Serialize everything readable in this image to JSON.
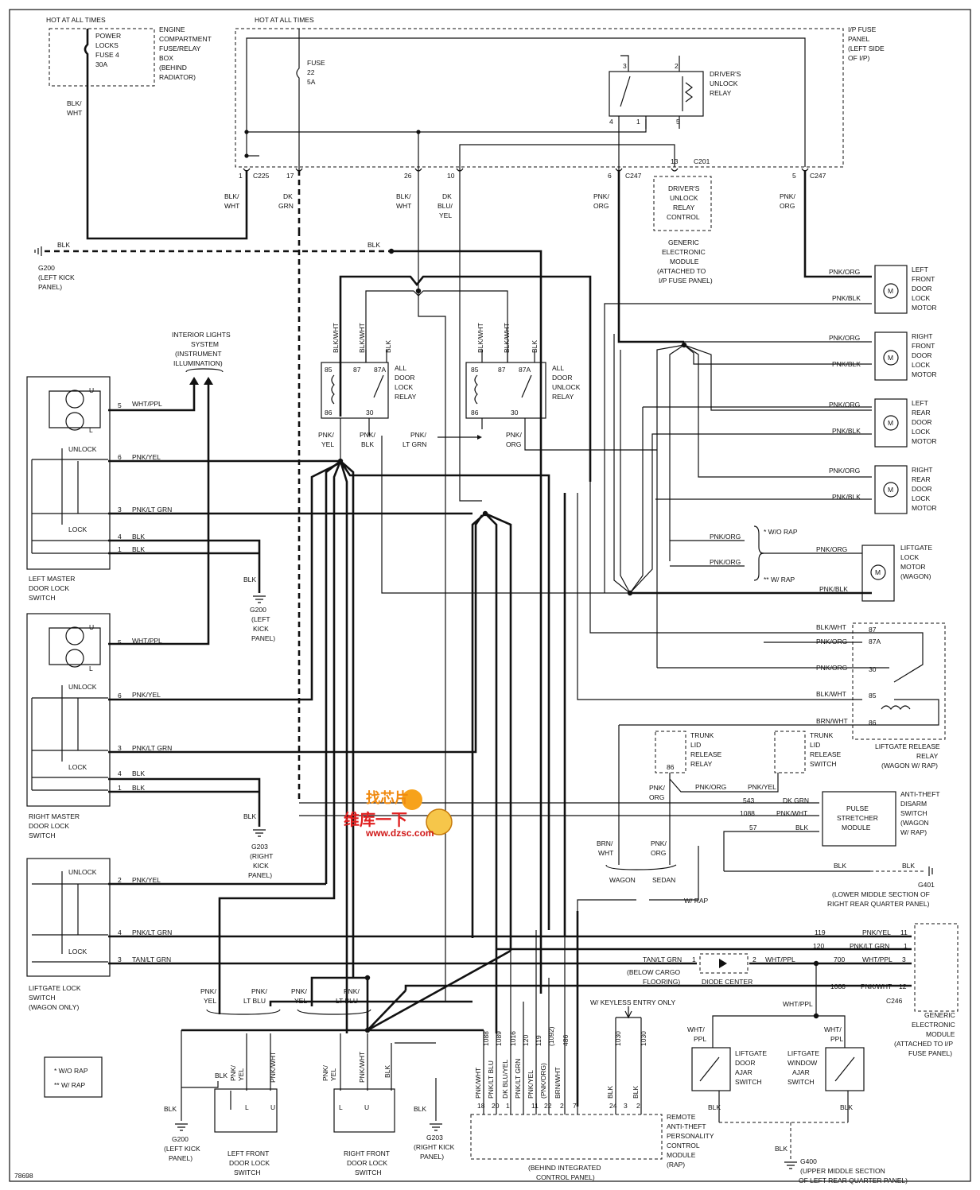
{
  "diagram_id": "78698",
  "legend": [
    "* W/O RAP",
    "** W/ RAP"
  ],
  "watermark": {
    "cn1": "维库一下",
    "cn2": "找芯片",
    "url": "www.dzsc.com"
  },
  "labels": {
    "hot1": "HOT AT ALL TIMES",
    "hot2": "HOT AT ALL TIMES",
    "fuse4": [
      "POWER",
      "LOCKS",
      "FUSE 4",
      "30A"
    ],
    "ecb": [
      "ENGINE",
      "COMPARTMENT",
      "FUSE/RELAY",
      "BOX",
      "(BEHIND",
      "RADIATOR)"
    ],
    "fuse22": [
      "FUSE",
      "22",
      "5A"
    ],
    "ipfuse": [
      "I/P FUSE",
      "PANEL",
      "(LEFT SIDE",
      "OF I/P)"
    ],
    "dur": [
      "DRIVER'S",
      "UNLOCK",
      "RELAY"
    ],
    "durc": [
      "DRIVER'S",
      "UNLOCK",
      "RELAY",
      "CONTROL"
    ],
    "gem1": [
      "GENERIC",
      "ELECTRONIC",
      "MODULE",
      "(ATTACHED TO",
      "I/P FUSE PANEL)"
    ],
    "c225": "C225",
    "c247a": "C247",
    "c247b": "C247",
    "c201": "C201",
    "g200a": [
      "G200",
      "(LEFT KICK",
      "PANEL)"
    ],
    "ils": [
      "INTERIOR LIGHTS",
      "SYSTEM",
      "(INSTRUMENT",
      "ILLUMINATION)"
    ],
    "adl": [
      "ALL",
      "DOOR",
      "LOCK",
      "RELAY"
    ],
    "adu": [
      "ALL",
      "DOOR",
      "UNLOCK",
      "RELAY"
    ],
    "lfm": [
      "LEFT",
      "FRONT",
      "DOOR",
      "LOCK",
      "MOTOR"
    ],
    "rfm": [
      "RIGHT",
      "FRONT",
      "DOOR",
      "LOCK",
      "MOTOR"
    ],
    "lrm": [
      "LEFT",
      "REAR",
      "DOOR",
      "LOCK",
      "MOTOR"
    ],
    "rrm": [
      "RIGHT",
      "REAR",
      "DOOR",
      "LOCK",
      "MOTOR"
    ],
    "lgm": [
      "LIFTGATE",
      "LOCK",
      "MOTOR",
      "(WAGON)"
    ],
    "wo_rap": "* W/O RAP",
    "w_rap": "** W/ RAP",
    "lgrr": [
      "LIFTGATE RELEASE",
      "RELAY",
      "(WAGON W/ RAP)"
    ],
    "tlr": [
      "TRUNK",
      "LID",
      "RELEASE",
      "RELAY"
    ],
    "tls": [
      "TRUNK",
      "LID",
      "RELEASE",
      "SWITCH"
    ],
    "psm": [
      "PULSE",
      "STRETCHER",
      "MODULE"
    ],
    "ats": [
      "ANTI-THEFT",
      "DISARM",
      "SWITCH",
      "(WAGON",
      "W/ RAP)"
    ],
    "g401": [
      "G401",
      "(LOWER MIDDLE SECTION OF",
      "RIGHT REAR QUARTER PANEL)"
    ],
    "lmdl": [
      "LEFT MASTER",
      "DOOR LOCK",
      "SWITCH"
    ],
    "rmdl": [
      "RIGHT MASTER",
      "DOOR LOCK",
      "SWITCH"
    ],
    "g200b": [
      "G200",
      "(LEFT",
      "KICK",
      "PANEL)"
    ],
    "g203a": [
      "G203",
      "(RIGHT",
      "KICK",
      "PANEL)"
    ],
    "lgls": [
      "LIFTGATE LOCK",
      "SWITCH",
      "(WAGON ONLY)"
    ],
    "wagon": "WAGON",
    "sedan": "SEDAN",
    "wrap": "W/ RAP",
    "dcc": "(BELOW CARGO",
    "dcc2": "FLOORING)",
    "dc": "DIODE CENTER",
    "gem2": [
      "GENERIC",
      "ELECTRONIC",
      "MODULE",
      "(ATTACHED TO I/P",
      "FUSE PANEL)"
    ],
    "c246": "C246",
    "kle": "W/ KEYLESS ENTRY ONLY",
    "rap": [
      "REMOTE",
      "ANTI-THEFT",
      "PERSONALITY",
      "CONTROL",
      "MODULE",
      "(RAP)"
    ],
    "bic": [
      "(BEHIND INTEGRATED",
      "CONTROL PANEL)"
    ],
    "lgda": [
      "LIFTGATE",
      "DOOR",
      "AJAR",
      "SWITCH"
    ],
    "lgwa": [
      "LIFTGATE",
      "WINDOW",
      "AJAR",
      "SWITCH"
    ],
    "g400": [
      "G400",
      "(UPPER MIDDLE SECTION",
      "OF LEFT REAR QUARTER PANEL)"
    ],
    "lfdl": [
      "LEFT FRONT",
      "DOOR LOCK",
      "SWITCH"
    ],
    "rfdl": [
      "RIGHT FRONT",
      "DOOR LOCK",
      "SWITCH"
    ],
    "g200c": [
      "G200",
      "(LEFT KICK",
      "PANEL)"
    ],
    "g203b": [
      "G203",
      "(RIGHT KICK",
      "PANEL)"
    ],
    "unlock": "UNLOCK",
    "lock": "LOCK"
  },
  "wires": {
    "blkwht": [
      "BLK/",
      "WHT"
    ],
    "dkgrn": [
      "DK",
      "GRN"
    ],
    "dkbluyel": [
      "DK",
      "BLU/",
      "YEL"
    ],
    "pnkorg": [
      "PNK/",
      "ORG"
    ],
    "blk": "BLK",
    "whtppl": "WHT/PPL",
    "pnkyel": "PNK/YEL",
    "pnkltgrn": "PNK/LT GRN",
    "tanltgrn": "TAN/LT GRN",
    "pnkblk": "PNK/BLK",
    "pnkorg1": "PNK/ORG",
    "blkwht1": "BLK/WHT",
    "brnwht": "BRN/WHT",
    "pnkwht": "PNK/WHT",
    "dkgrn1": "DK GRN",
    "relay_top": [
      "BLK/WHT",
      "BLK/WHT",
      "BLK"
    ],
    "pnkyel2": [
      "PNK/",
      "YEL"
    ],
    "pnkblk2": [
      "PNK/",
      "BLK"
    ],
    "pnkltgrn2": [
      "PNK/",
      "LT GRN"
    ],
    "pnkorg2": [
      "PNK/",
      "ORG"
    ],
    "pnkltblu": [
      "PNK/",
      "LT BLU"
    ],
    "wht_ppl": [
      "WHT/",
      "PPL"
    ],
    "brn_wht": [
      "BRN/",
      "WHT"
    ],
    "vert_rap": [
      "PNK/WHT",
      "PNK/LT BLU",
      "DK BLU/YEL",
      "PNK/LT GRN",
      "PNK/YEL",
      "(PNK/ORG)",
      "BRN/WHT",
      "BLK",
      "BLK"
    ],
    "circ_rap": [
      "1088",
      "1089",
      "1016",
      "120",
      "119",
      "(1092)",
      "486",
      "1030",
      "1030"
    ],
    "pins_rap": [
      "18",
      "20",
      "1",
      "11",
      "22",
      "2",
      "7",
      "24",
      "3",
      "2"
    ],
    "sw_l": [
      "BLK",
      "PNK/",
      "YEL",
      "PNK/WHT"
    ],
    "sw_r": [
      "PNK/",
      "YEL",
      "PNK/WHT",
      "BLK"
    ]
  },
  "pins": {
    "c225": [
      "1",
      "17",
      "26",
      "10",
      "6",
      "13",
      "5"
    ],
    "relay": [
      "85",
      "87",
      "87A",
      "86",
      "30"
    ],
    "lgrr": [
      "87",
      "87A",
      "30",
      "85",
      "86"
    ],
    "sw": [
      "5",
      "6",
      "3",
      "4",
      "1",
      "2"
    ],
    "gem": [
      "11",
      "1",
      "3",
      "12"
    ],
    "circ": [
      "119",
      "120",
      "700",
      "1088",
      "543",
      "1088",
      "57"
    ],
    "dur": [
      "3",
      "2",
      "4",
      "1",
      "5"
    ],
    "tl": "86"
  }
}
